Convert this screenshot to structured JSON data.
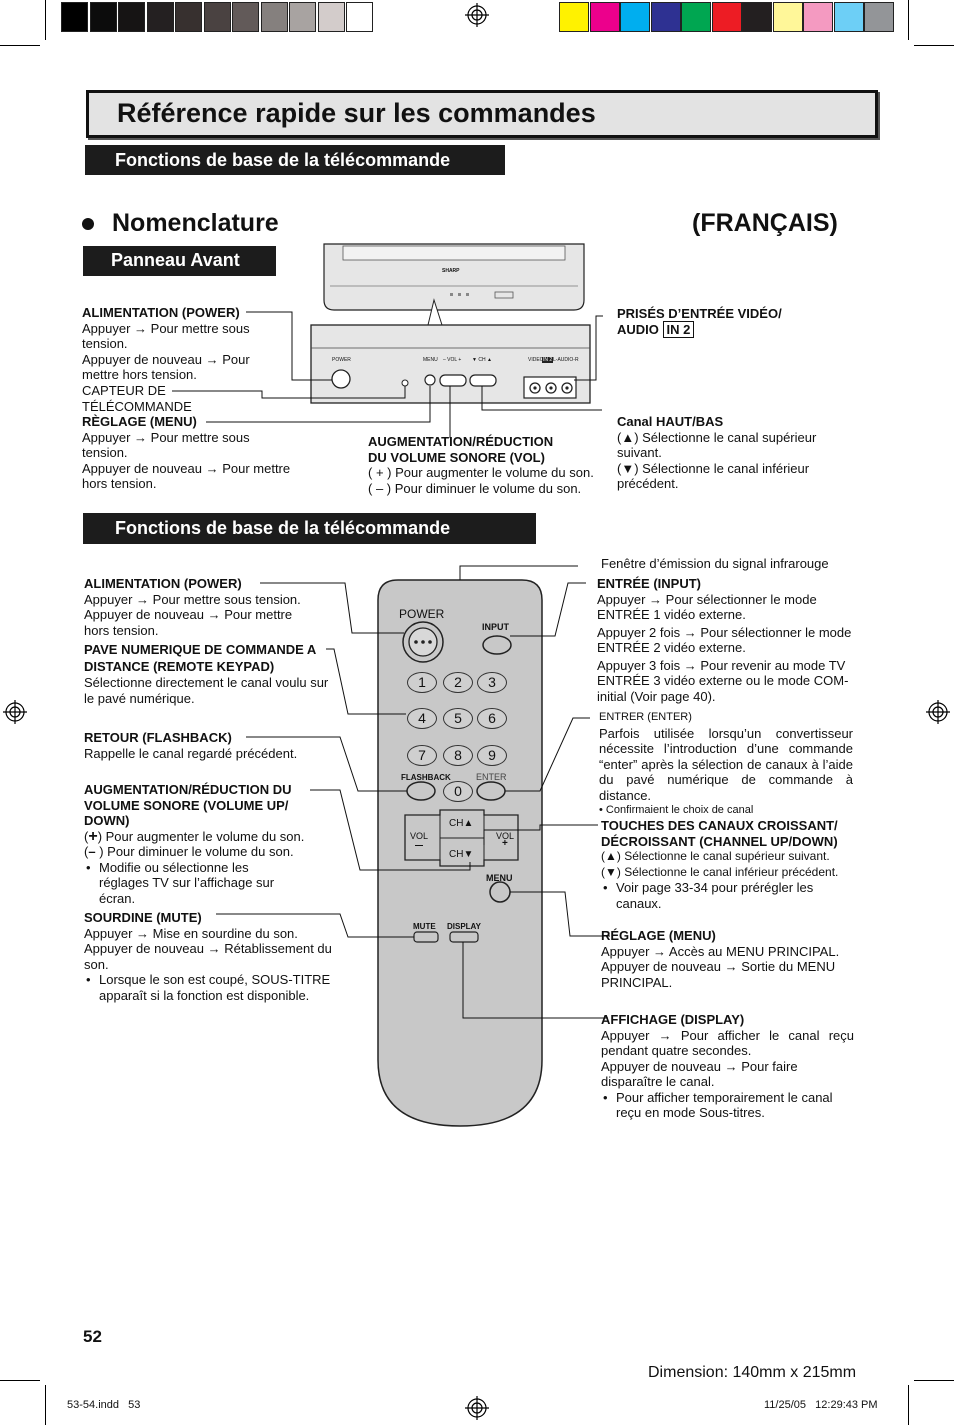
{
  "color_swatches": [
    "#000000",
    "#0c0c0c",
    "#161414",
    "#242021",
    "#37302f",
    "#4a4241",
    "#625a59",
    "#85807e",
    "#a8a3a1",
    "#d3cccb",
    "#ffffff"
  ],
  "process_swatches": [
    "#fff200",
    "#ec008c",
    "#00aeef",
    "#2e3192",
    "#00a651",
    "#ed1c24",
    "#231f20",
    "#fff799",
    "#f49ac1",
    "#6dcff6",
    "#939598"
  ],
  "page_title": "Référence rapide sur les commandes",
  "section_top": "Fonctions de base de la télécommande",
  "nomenclature": "Nomenclature",
  "language": "(FRANÇAIS)",
  "panel_label": "Panneau Avant",
  "tv": {
    "brand": "SHARP",
    "power": "POWER",
    "menu": "MENU",
    "vol": "– VOL +",
    "ch": "▼ CH ▲",
    "video": "VIDEO",
    "in2": "IN 2",
    "audio": "L-AUDIO-R"
  },
  "front": {
    "power_title": "ALIMENTATION (POWER)",
    "power_line1": "Appuyer → Pour mettre sous tension.",
    "power_line2": "Appuyer de nouveau → Pour mettre hors tension.",
    "sensor": "CAPTEUR DE TÉLÉCOMMANDE",
    "menu_title": "RÈGLAGE  (MENU)",
    "menu_line1": "Appuyer → Pour mettre sous tension.",
    "menu_line2": "Appuyer de nouveau → Pour mettre hors tension.",
    "vol_title": "AUGMENTATION/RÉDUCTION DU VOLUME SONORE (VOL)",
    "vol_line1": "( + ) Pour augmenter le volume du son.",
    "vol_line2": "( – ) Pour diminuer le volume du son.",
    "input_title": "PRISÉS D’ENTRÉE VIDÉO/ AUDIO",
    "input_badge": "IN 2",
    "ch_title": "Canal HAUT/BAS",
    "ch_up": "(▲) Sélectionne le canal supérieur suivant.",
    "ch_down": "(▼) Sélectionne le canal inférieur précédent."
  },
  "section_remote": "Fonctions de base de la télécommande",
  "remote": {
    "ir_window": "Fenêtre d’émission du signal infrarouge",
    "power": "POWER",
    "input": "INPUT",
    "keys": [
      "1",
      "2",
      "3",
      "4",
      "5",
      "6",
      "7",
      "8",
      "9",
      "0"
    ],
    "flashback": "FLASHBACK",
    "enter": "ENTER",
    "vol": "VOL",
    "ch_up": "CH▲",
    "ch_down": "CH▼",
    "menu": "MENU",
    "mute": "MUTE",
    "display": "DISPLAY"
  },
  "left": {
    "power_title": "ALIMENTATION (POWER)",
    "power_text": "Appuyer → Pour mettre sous tension. Appuyer de nouveau → Pour mettre hors tension.",
    "keypad_title": "PAVE NUMERIQUE DE COMMANDE A  DISTANCE (REMOTE KEYPAD)",
    "keypad_text": "Sélectionne directement le canal voulu sur le pavé numérique.",
    "flash_title": "RETOUR (FLASHBACK)",
    "flash_text": "Rappelle le canal regardé précédent.",
    "vol_title": "AUGMENTATION/RÉDUCTION DU VOLUME SONORE (VOLUME UP/ DOWN)",
    "vol_plus": ") Pour augmenter le volume du son.",
    "vol_minus": ") Pour diminuer le volume du son.",
    "vol_bullet": "Modifie ou sélectionne les réglages TV sur l’affichage sur écran.",
    "mute_title": "SOURDINE (MUTE)",
    "mute_text": "Appuyer → Mise en sourdine du son. Appuyer de nouveau → Rétablissement du son.",
    "mute_bullet": "Lorsque le son est coupé, SOUS-TITRE apparaît si la fonction est disponible."
  },
  "right": {
    "input_title": "ENTRÉE (INPUT)",
    "input_1": "Appuyer → Pour sélectionner le mode ENTRÉE 1 vidéo externe.",
    "input_2": "Appuyer 2 fois → Pour sélectionner le mode ENTRÉE 2 vidéo externe.",
    "input_3": "Appuyer 3 fois → Pour revenir au mode TV ENTRÉE 3 vidéo externe ou le mode COM-initial (Voir page 40).",
    "enter_title": "ENTRER (ENTER)",
    "enter_text": "Parfois utilisée lorsqu’un convertisseur nécessite l’introduction d’une commande “enter” après la sélection de canaux à l’aide du pavé numérique de commande à distance.",
    "enter_bullet": "Confirmaient le choix de canal",
    "ch_title": "TOUCHES DES CANAUX CROISSANT/ DÉCROISSANT (CHANNEL UP/DOWN)",
    "ch_up": ") Sélectionne le canal supérieur suivant.",
    "ch_down": ") Sélectionne le canal inférieur précédent.",
    "ch_bullet": "Voir page 33-34 pour prérégler les canaux.",
    "menu_title": "RÉGLAGE (MENU)",
    "menu_text": "Appuyer → Accès au MENU PRINCIPAL. Appuyer de nouveau → Sortie du MENU PRINCIPAL.",
    "display_title": "AFFICHAGE (DISPLAY)",
    "display_text1": "Appuyer → Pour afficher le canal reçu pendant quatre secondes.",
    "display_text2": "Appuyer de nouveau → Pour faire disparaître le canal.",
    "display_bullet": "Pour afficher temporairement le canal reçu en mode Sous-titres."
  },
  "page_number": "52",
  "dimension": "Dimension: 140mm x 215mm",
  "footer_file": "53-54.indd   53",
  "footer_date": "11/25/05   12:29:43 PM"
}
